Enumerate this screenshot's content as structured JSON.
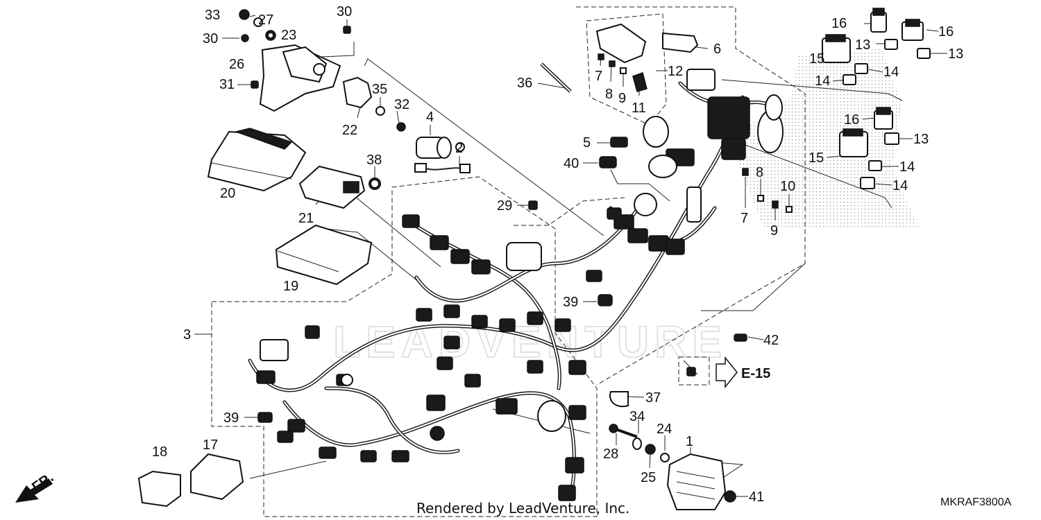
{
  "diagram": {
    "callouts": [
      "1",
      "2",
      "3",
      "4",
      "5",
      "6",
      "7",
      "7",
      "8",
      "8",
      "9",
      "9",
      "10",
      "11",
      "12",
      "13",
      "13",
      "13",
      "14",
      "14",
      "14",
      "14",
      "15",
      "15",
      "16",
      "16",
      "16",
      "17",
      "18",
      "19",
      "20",
      "21",
      "22",
      "23",
      "24",
      "25",
      "26",
      "27",
      "28",
      "29",
      "30",
      "30",
      "31",
      "32",
      "33",
      "34",
      "35",
      "36",
      "37",
      "38",
      "39",
      "39",
      "40",
      "41",
      "42"
    ],
    "reference": "E-15",
    "direction": "FR.",
    "credit": "Rendered by LeadVenture, Inc.",
    "drawing_code": "MKRAF3800A",
    "watermark": "LEADVENTURE"
  }
}
